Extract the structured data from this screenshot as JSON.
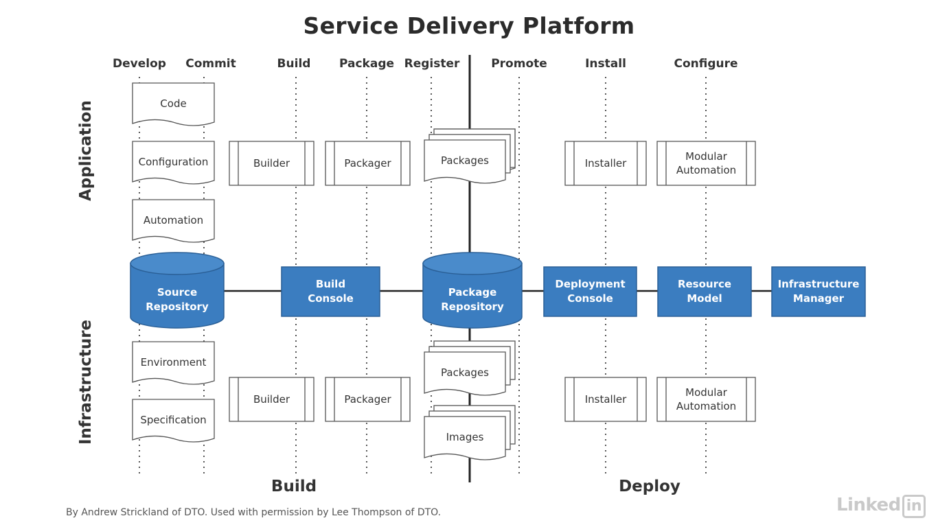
{
  "title": "Service Delivery Platform",
  "stages": [
    "Develop",
    "Commit",
    "Build",
    "Package",
    "Register",
    "Promote",
    "Install",
    "Configure"
  ],
  "sections": {
    "application": "Application",
    "infrastructure": "Infrastructure"
  },
  "phases": {
    "build": "Build",
    "deploy": "Deploy"
  },
  "application": {
    "documents": [
      "Code",
      "Configuration",
      "Automation"
    ],
    "builder": "Builder",
    "packager": "Packager",
    "packages": "Packages",
    "installer": "Installer",
    "modular_automation": [
      "Modular",
      "Automation"
    ]
  },
  "infrastructure": {
    "documents": [
      "Environment",
      "Specification"
    ],
    "builder": "Builder",
    "packager": "Packager",
    "packages": "Packages",
    "images": "Images",
    "installer": "Installer",
    "modular_automation": [
      "Modular",
      "Automation"
    ]
  },
  "core": {
    "source_repository": [
      "Source",
      "Repository"
    ],
    "build_console": [
      "Build",
      "Console"
    ],
    "package_repository": [
      "Package",
      "Repository"
    ],
    "deployment_console": [
      "Deployment",
      "Console"
    ],
    "resource_model": [
      "Resource",
      "Model"
    ],
    "infrastructure_manager": [
      "Infrastructure",
      "Manager"
    ]
  },
  "credit": "By Andrew Strickland of DTO. Used with permission by Lee Thompson of DTO.",
  "watermark": {
    "main": "Linked",
    "box": "in"
  },
  "colors": {
    "accent_blue": "#3b7dc0",
    "accent_blue_dark": "#2a5f96",
    "line": "#222222",
    "dotted": "#555555"
  }
}
